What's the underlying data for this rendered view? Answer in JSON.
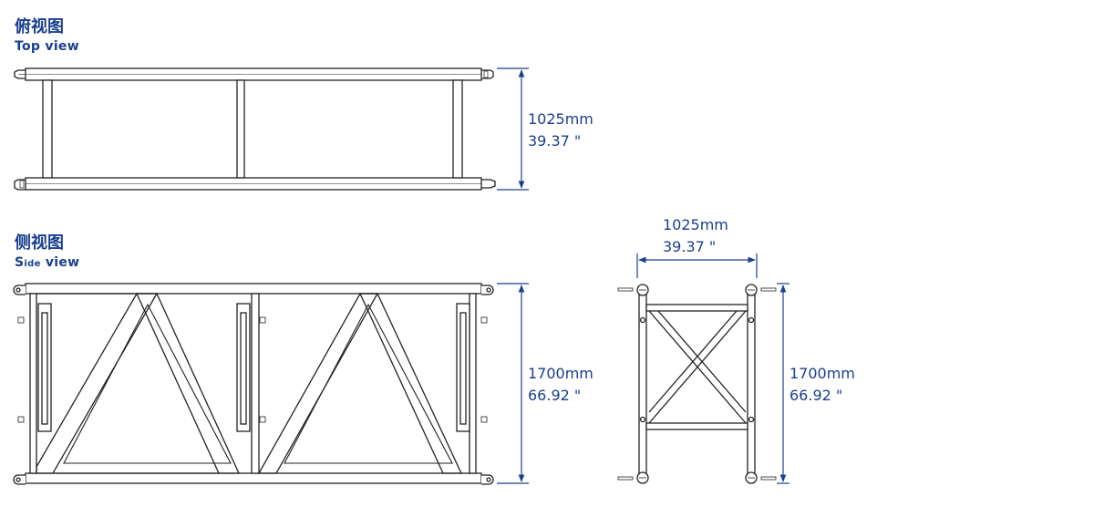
{
  "top_view": {
    "title_cn": "俯视图",
    "title_en": "Top view",
    "dim_mm": "1025mm",
    "dim_in": "39.37 \""
  },
  "side_view": {
    "title_cn": "侧视图",
    "title_en_first": "S",
    "title_en_small": "ide",
    "title_en_rest": " view",
    "height_mm": "1700mm",
    "height_in": "66.92 \""
  },
  "end_view": {
    "width_mm": "1025mm",
    "width_in": "39.37 \"",
    "height_mm": "1700mm",
    "height_in": "66.92 \""
  },
  "colors": {
    "dimension": "#1a3f8f",
    "frame": "#222222"
  }
}
